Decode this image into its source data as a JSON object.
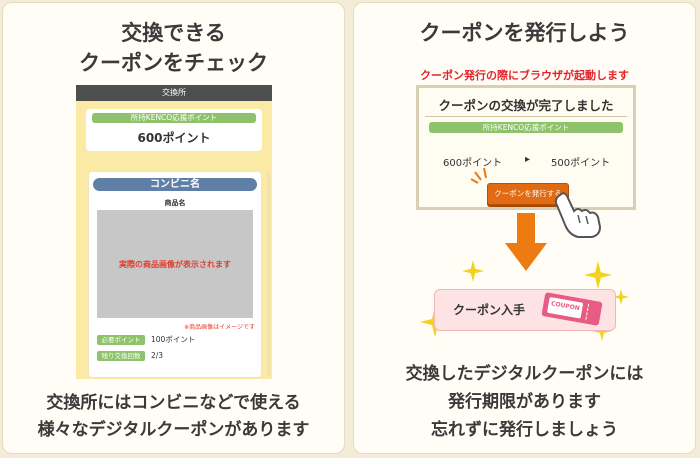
{
  "left": {
    "heading_line1": "交換できる",
    "heading_line2": "クーポンをチェック",
    "phone": {
      "topbar_title": "交換所",
      "points_label": "所持KENCO応援ポイント",
      "points_value": "600ポイント",
      "store_name": "コンビニ名",
      "product_name_label": "商品名",
      "image_placeholder": "実際の商品画像が表示されます",
      "image_note": "※商品画像はイメージです",
      "required_points_label": "必要ポイント",
      "required_points_value": "100ポイント",
      "remaining_label": "残り交換回数",
      "remaining_value": "2/3"
    },
    "caption_line1": "交換所にはコンビニなどで使える",
    "caption_line2": "様々なデジタルクーポンがあります"
  },
  "right": {
    "heading": "クーポンを発行しよう",
    "browser_note": "クーポン発行の際にブラウザが起動します",
    "phone": {
      "complete_title": "クーポンの交換が完了しました",
      "points_label": "所持KENCO応援ポイント",
      "before_points": "600ポイント",
      "arrow": "▸",
      "after_points": "500ポイント",
      "issue_button": "クーポンを発行する"
    },
    "coupon_received": "クーポン入手",
    "coupon_ticket_text": "COUPON",
    "caption_line1": "交換したデジタルクーポンには",
    "caption_line2": "発行期限があります",
    "caption_line3": "忘れずに発行しましょう"
  },
  "colors": {
    "background": "#f3ecd9",
    "accent_green": "#8ec26b",
    "store_blue": "#5f7fa6",
    "button_orange": "#e06b12",
    "arrow_orange": "#ee7a12",
    "note_red": "#e3242b",
    "sparkle_yellow": "#f2d21d"
  },
  "icons": [
    "tap-hand-icon",
    "down-arrow-icon",
    "sparkle-icon",
    "coupon-ticket-icon"
  ]
}
